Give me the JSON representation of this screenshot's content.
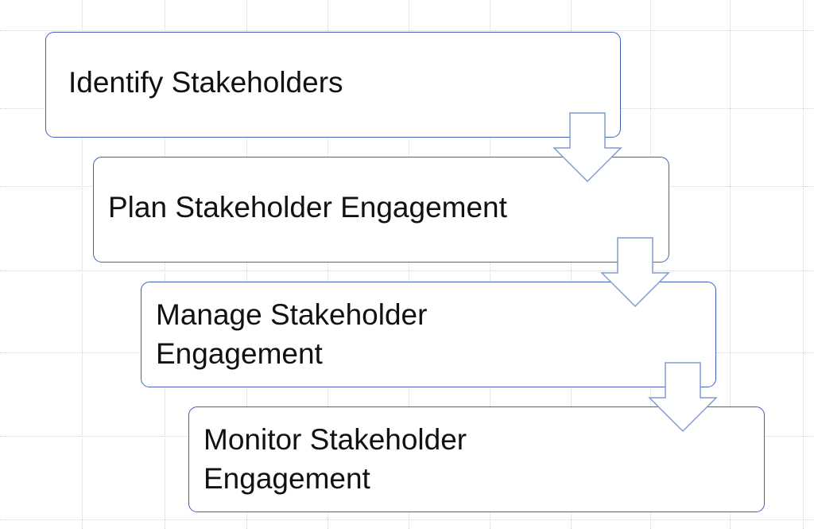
{
  "diagram": {
    "steps": [
      {
        "label": "Identify Stakeholders"
      },
      {
        "label": "Plan Stakeholder Engagement"
      },
      {
        "label": "Manage Stakeholder Engagement"
      },
      {
        "label": "Monitor Stakeholder Engagement"
      }
    ],
    "connectors": [
      {
        "from": "Identify Stakeholders",
        "to": "Plan Stakeholder Engagement",
        "icon": "down-arrow-icon"
      },
      {
        "from": "Plan Stakeholder Engagement",
        "to": "Manage Stakeholder Engagement",
        "icon": "down-arrow-icon"
      },
      {
        "from": "Manage Stakeholder Engagement",
        "to": "Monitor Stakeholder Engagement",
        "icon": "down-arrow-icon"
      }
    ],
    "colors": {
      "box_border": "#3e63b5",
      "arrow_stroke": "#7f9cd2",
      "background": "#ffffff",
      "text": "#111111"
    }
  }
}
